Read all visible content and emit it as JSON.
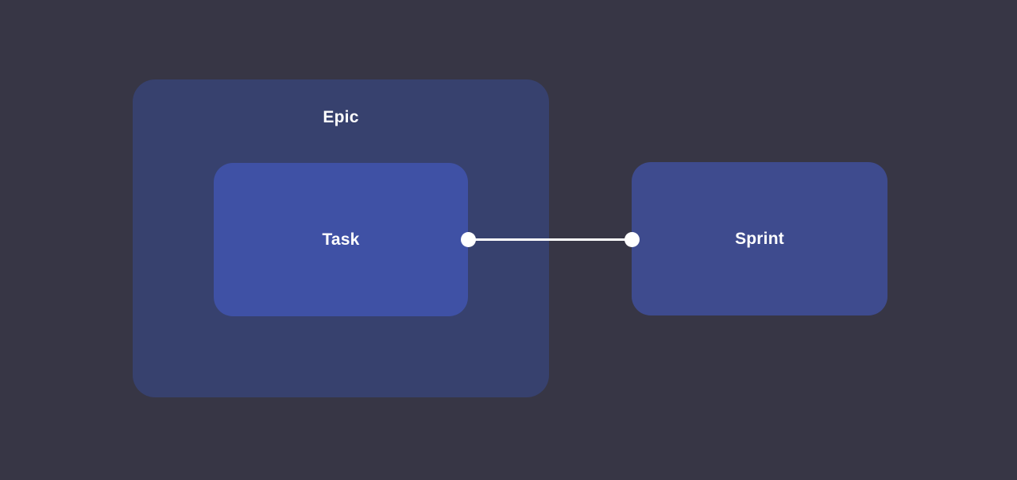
{
  "diagram": {
    "canvas": {
      "background_color": "#373645"
    },
    "nodes": [
      {
        "id": "epic",
        "label": "Epic",
        "kind": "group-node",
        "fill": "#37416e"
      },
      {
        "id": "task",
        "label": "Task",
        "kind": "node",
        "parent": "epic",
        "fill": "#3f51a5"
      },
      {
        "id": "sprint",
        "label": "Sprint",
        "kind": "node",
        "fill": "#3e4b8e"
      }
    ],
    "edges": [
      {
        "id": "task-sprint",
        "from": "task",
        "to": "sprint",
        "color": "#ffffff",
        "handle_color": "#ffffff"
      }
    ],
    "text_color": "#ffffff"
  }
}
